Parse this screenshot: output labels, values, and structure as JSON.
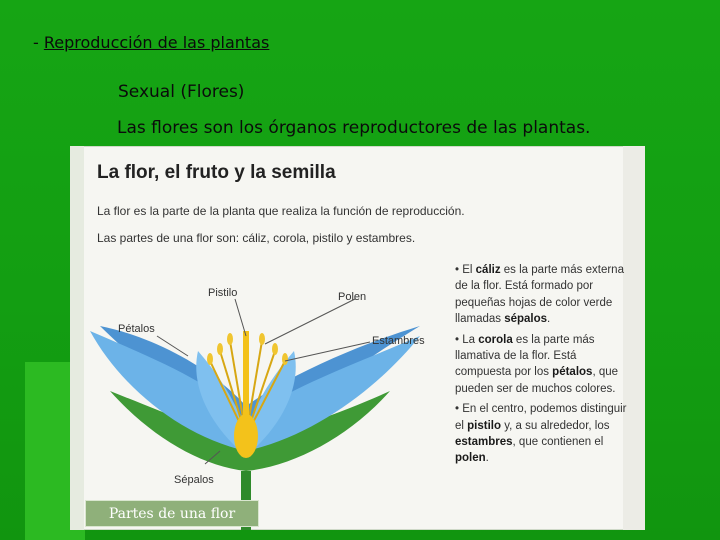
{
  "slide": {
    "line1_prefix": "- ",
    "line1_title": "Reproducción de las plantas",
    "line2": "Sexual (Flores)",
    "line3": "Las flores son los órganos reproductores de las plantas."
  },
  "scan": {
    "title": "La flor, el fruto y la semilla",
    "para1": "La flor es la parte de la planta que realiza la función de reproducción.",
    "para2": "Las partes de una flor son: cáliz, corola, pistilo y estambres.",
    "labels": {
      "pistilo": "Pistilo",
      "polen": "Polen",
      "petalos": "Pétalos",
      "estambres": "Estambres",
      "sepalos": "Sépalos"
    },
    "bullets": [
      {
        "pre": "• El ",
        "bold1": "cáliz",
        "mid": " es la parte más externa de la flor. Está formado por pequeñas hojas de color verde llamadas ",
        "bold2": "sépalos",
        "post": "."
      },
      {
        "pre": "• La ",
        "bold1": "corola",
        "mid": " es la parte más llamativa de la flor. Está compuesta por los ",
        "bold2": "pétalos",
        "post": ", que pueden ser de muchos colores."
      },
      {
        "pre": "• En el centro, podemos distinguir el ",
        "bold1": "pistilo",
        "mid": " y, a su alrededor, los ",
        "bold2": "estambres",
        "post": ", que contienen el ",
        "bold3": "polen",
        "post2": "."
      }
    ]
  },
  "caption": "Partes de una flor",
  "colors": {
    "background": "#16a514",
    "caption_bg": "#8fb07a",
    "petal": "#5fa8e0",
    "sepal": "#3f9a36",
    "pistil": "#f3c21b"
  }
}
